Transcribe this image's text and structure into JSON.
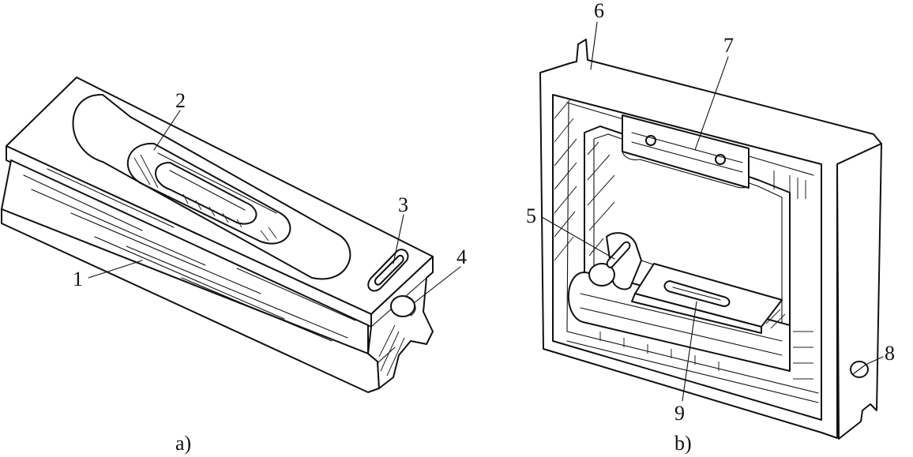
{
  "figure_a": {
    "caption": "a)",
    "labels": {
      "l1": "1",
      "l2": "2",
      "l3": "3",
      "l4": "4"
    }
  },
  "figure_b": {
    "caption": "b)",
    "labels": {
      "l5": "5",
      "l6": "6",
      "l7": "7",
      "l8": "8",
      "l9": "9"
    }
  }
}
